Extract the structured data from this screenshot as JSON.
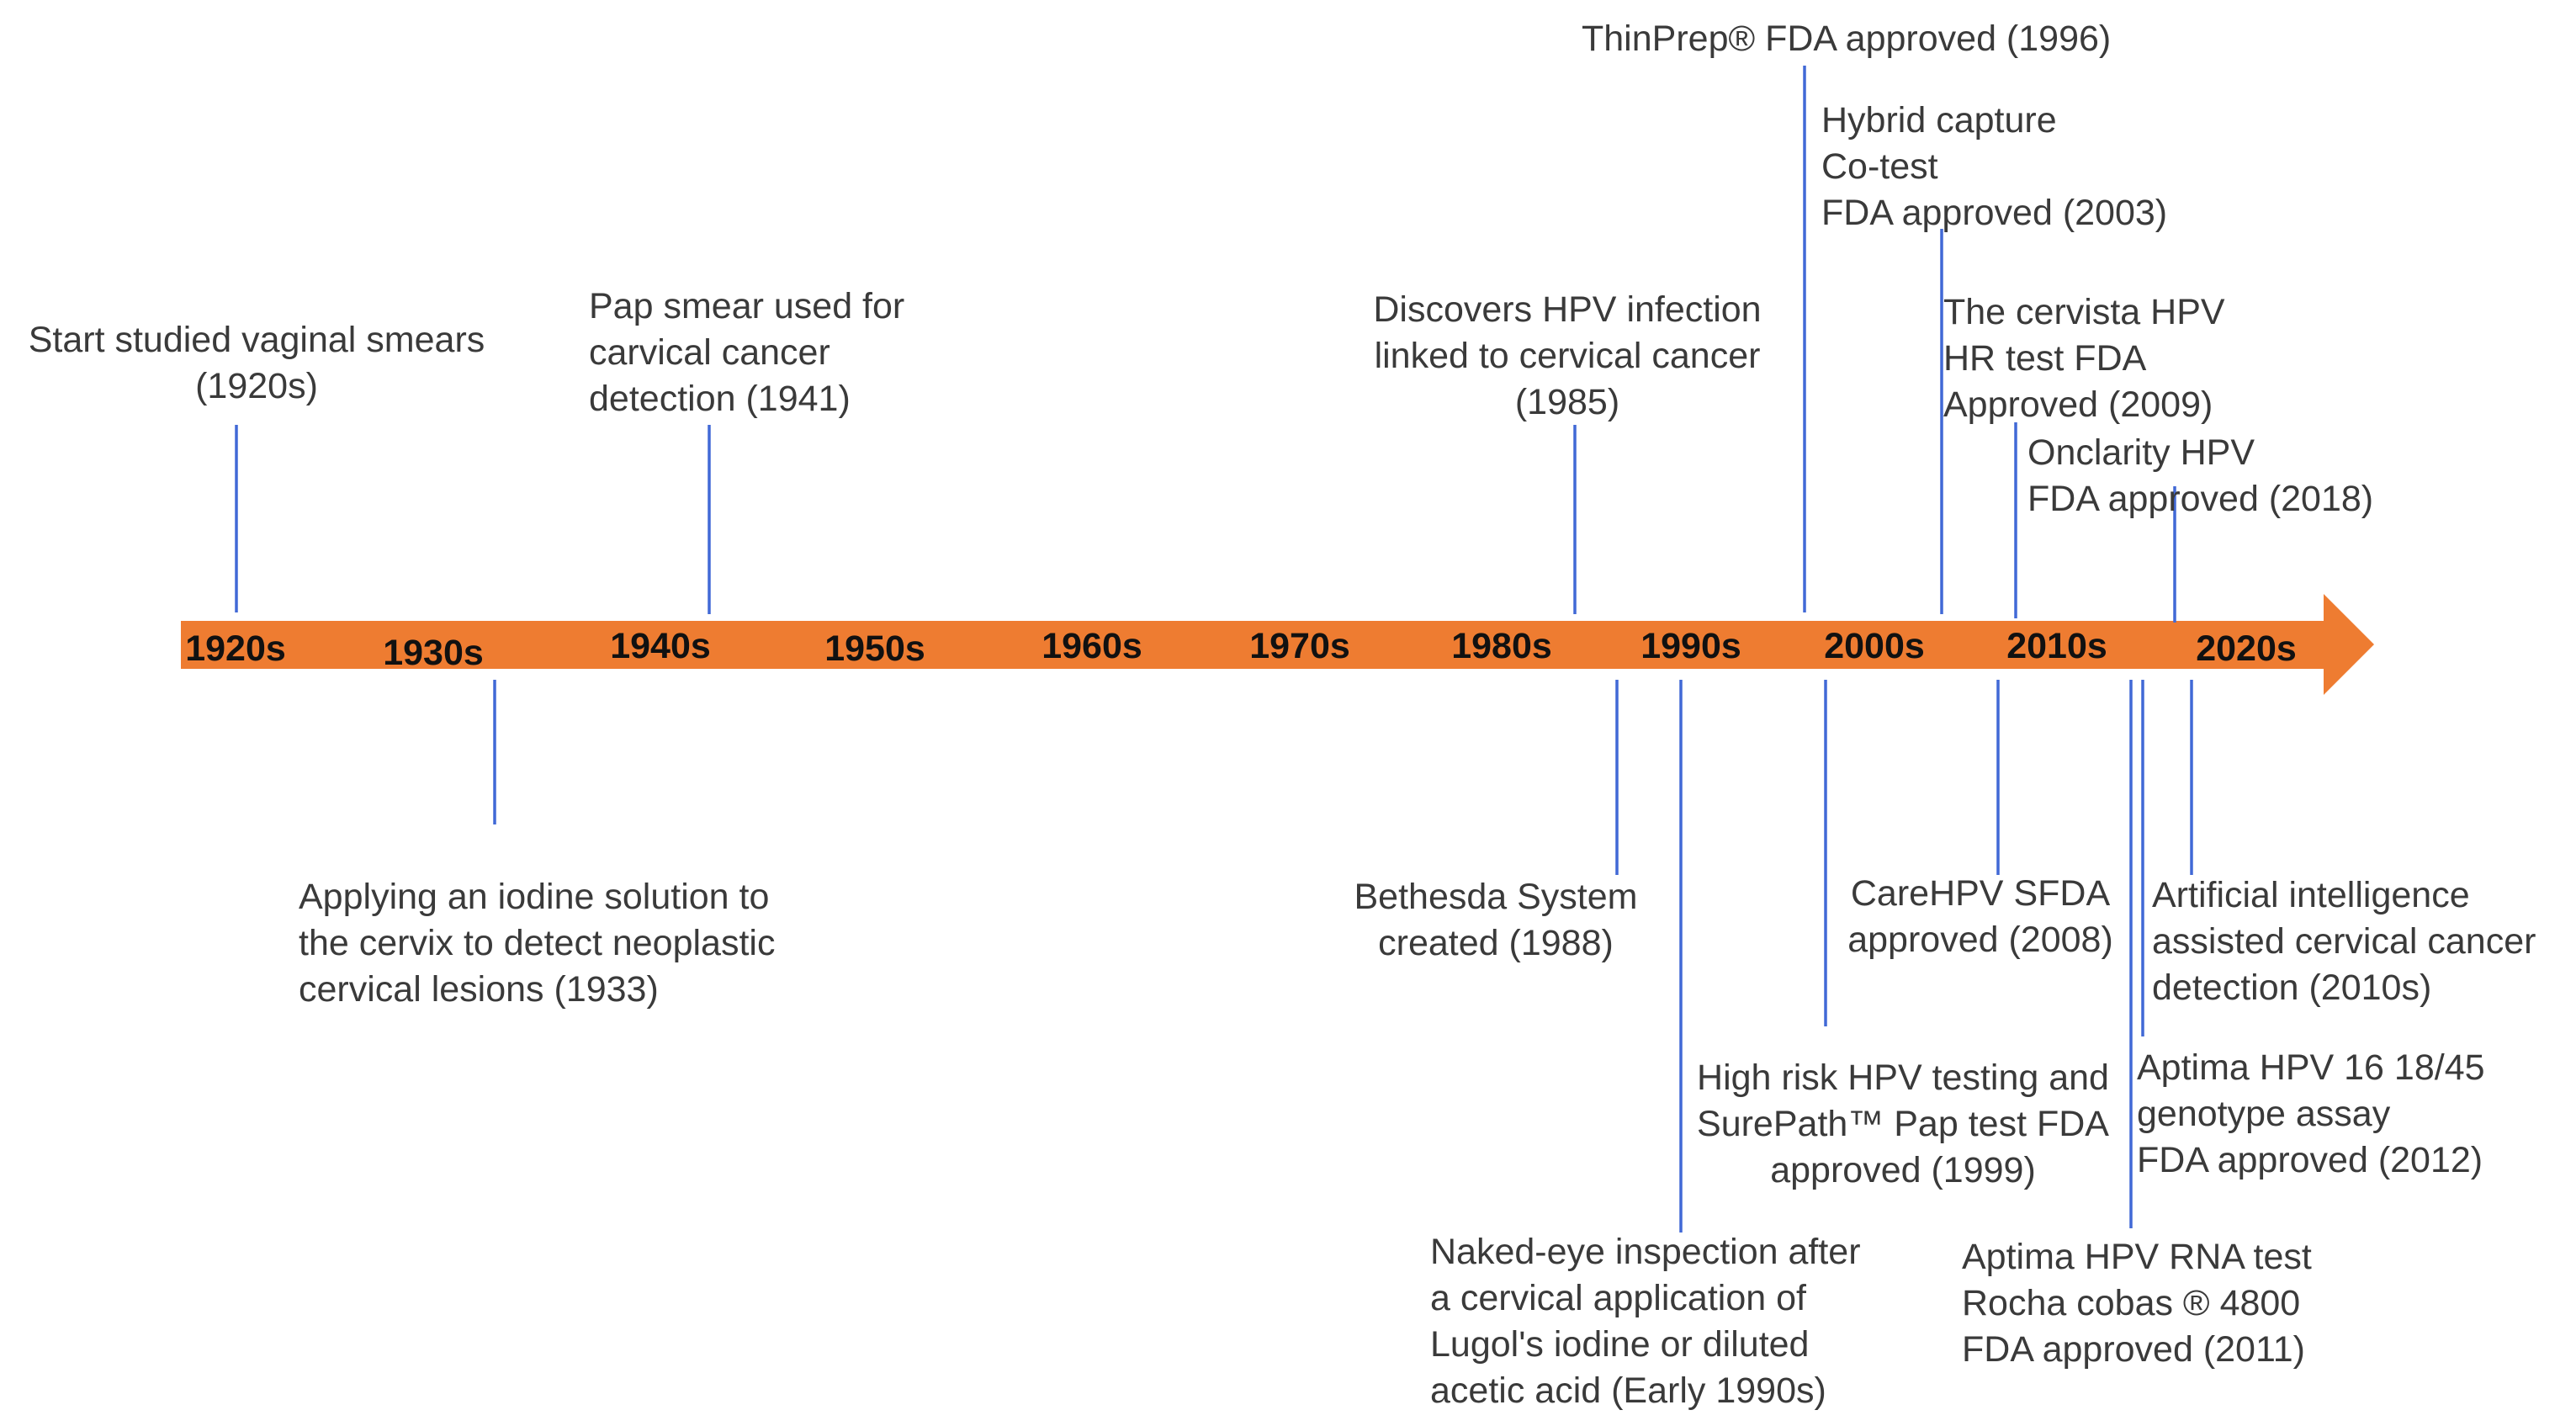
{
  "colors": {
    "arrow": "#ee7c31",
    "connector": "#4169d6",
    "decade_text": "#111111",
    "event_text": "#3a3a3a",
    "background": "#ffffff"
  },
  "decades": [
    "1920s",
    "1930s",
    "1940s",
    "1950s",
    "1960s",
    "1970s",
    "1980s",
    "1990s",
    "2000s",
    "2010s",
    "2020s"
  ],
  "events": [
    {
      "id": "vaginal-smears",
      "lines": [
        "Start studied vaginal smears",
        "(1920s)"
      ]
    },
    {
      "id": "pap-smear",
      "lines": [
        "Pap smear used for",
        "carvical cancer",
        "detection (1941)"
      ]
    },
    {
      "id": "hpv-discovery",
      "lines": [
        "Discovers HPV infection",
        "linked to cervical cancer",
        "(1985)"
      ]
    },
    {
      "id": "thinprep",
      "lines": [
        "ThinPrep® FDA approved (1996)"
      ]
    },
    {
      "id": "hybrid-capture",
      "lines": [
        "Hybrid capture",
        "Co-test",
        "FDA approved (2003)"
      ]
    },
    {
      "id": "cervista",
      "lines": [
        "The cervista HPV",
        "HR test FDA",
        "Approved (2009)"
      ]
    },
    {
      "id": "onclarity",
      "lines": [
        "Onclarity HPV",
        "FDA approved (2018)"
      ]
    },
    {
      "id": "iodine",
      "lines": [
        "Applying an iodine solution to",
        "the cervix to detect neoplastic",
        "cervical lesions (1933)"
      ]
    },
    {
      "id": "bethesda",
      "lines": [
        "Bethesda System",
        "created (1988)"
      ]
    },
    {
      "id": "naked-eye",
      "lines": [
        "Naked-eye inspection after",
        "a cervical application of",
        "Lugol's iodine or diluted",
        "acetic acid (Early 1990s)"
      ]
    },
    {
      "id": "surepath",
      "lines": [
        "High risk HPV testing and",
        "SurePath™ Pap test FDA",
        "approved (1999)"
      ]
    },
    {
      "id": "carehpv",
      "lines": [
        "CareHPV SFDA",
        "approved (2008)"
      ]
    },
    {
      "id": "aptima-rna",
      "lines": [
        "Aptima HPV RNA test",
        "Rocha cobas ® 4800",
        "FDA approved (2011)"
      ]
    },
    {
      "id": "aptima-genotype",
      "lines": [
        "Aptima HPV 16 18/45",
        "genotype assay",
        "FDA approved (2012)"
      ]
    },
    {
      "id": "ai-detection",
      "lines": [
        "Artificial intelligence",
        "assisted cervical cancer",
        "detection (2010s)"
      ]
    }
  ]
}
